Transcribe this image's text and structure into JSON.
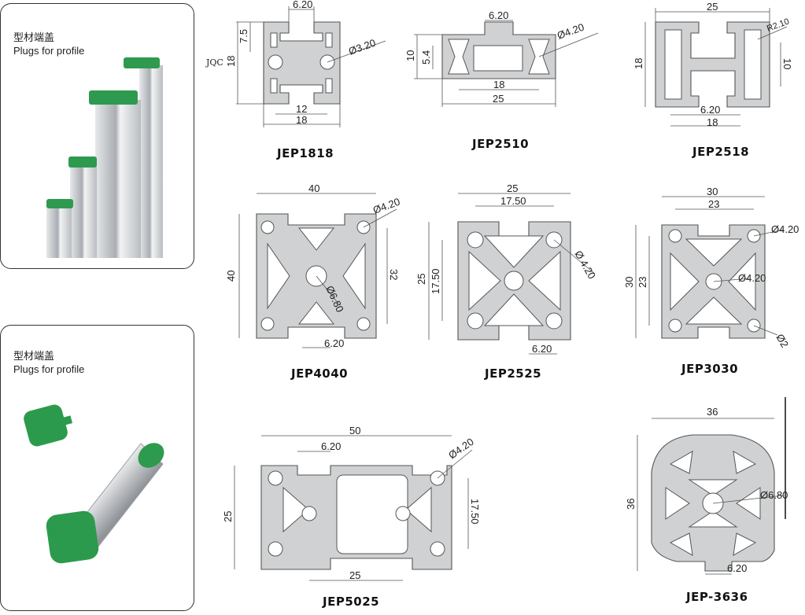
{
  "cards": [
    {
      "title_cn": "型材端盖",
      "title_en": "Plugs for profile"
    },
    {
      "title_cn": "型材端盖",
      "title_en": "Plugs for profile"
    }
  ],
  "profiles": {
    "jep1818": {
      "name": "JEP1818",
      "d_top": "6.20",
      "d_left_a": "7.5",
      "d_left_b": "18",
      "d_hole": "Ø3.20",
      "d_bot_a": "12",
      "d_bot_b": "18",
      "mark": "JQC"
    },
    "jep2510": {
      "name": "JEP2510",
      "d_top": "6.20",
      "d_hole": "Ø4.20",
      "d_left_a": "10",
      "d_left_b": "5.4",
      "d_bot_a": "18",
      "d_bot_b": "25"
    },
    "jep2518": {
      "name": "JEP2518",
      "d_top": "25",
      "d_r": "R2.10",
      "d_left": "18",
      "d_right": "10",
      "d_bot_a": "6.20",
      "d_bot_b": "18"
    },
    "jep4040": {
      "name": "JEP4040",
      "d_top": "40",
      "d_hole": "Ø4.20",
      "d_left": "40",
      "d_right": "32",
      "d_center": "Ø6.80",
      "d_bot": "6.20"
    },
    "jep2525": {
      "name": "JEP2525",
      "d_top_a": "25",
      "d_top_b": "17.50",
      "d_hole": "Ø 4.20",
      "d_left_a": "25",
      "d_left_b": "17.50",
      "d_bot": "6.20"
    },
    "jep3030": {
      "name": "JEP3030",
      "d_top_a": "30",
      "d_top_b": "23",
      "d_hole": "Ø4.20",
      "d_left_a": "30",
      "d_left_b": "23",
      "d_center": "Ø4.20",
      "d_corner": "Ø2"
    },
    "jep5025": {
      "name": "JEP5025",
      "d_top_a": "50",
      "d_top_b": "6.20",
      "d_hole": "Ø4.20",
      "d_left": "25",
      "d_right": "17.50",
      "d_bot": "25"
    },
    "jep3636": {
      "name": "JEP-3636",
      "d_top": "36",
      "d_left": "36",
      "d_center": "Ø6.80",
      "d_bot": "6.20"
    }
  }
}
